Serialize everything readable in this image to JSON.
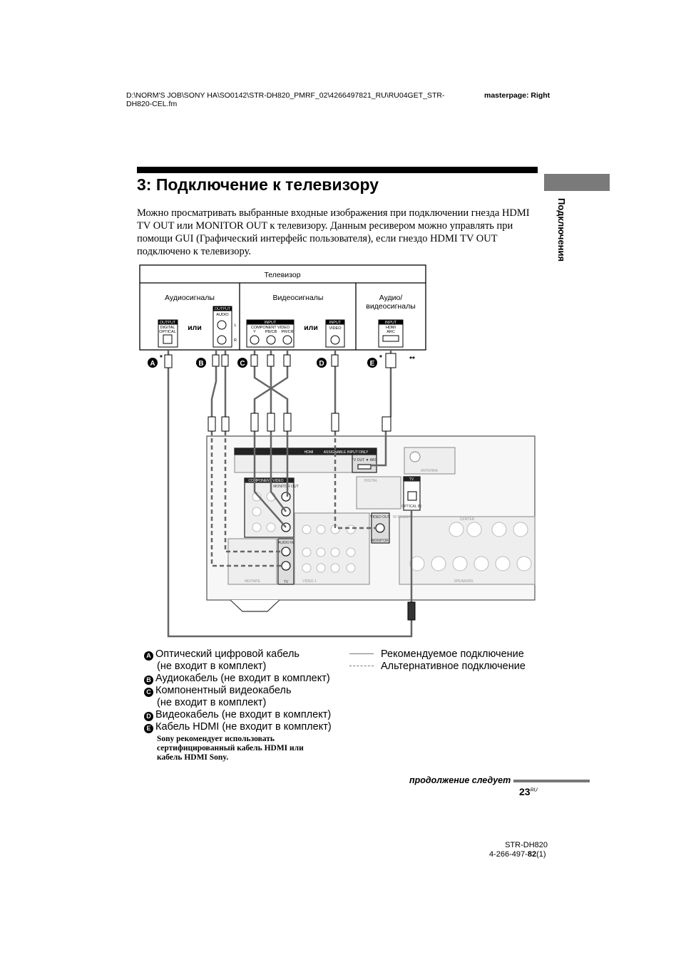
{
  "header": {
    "path": "D:\\NORM'S JOB\\SONY HA\\SO0142\\STR-DH820_PMRF_02\\4266497821_RU\\RU04GET_STR-",
    "path2": "DH820-CEL.fm",
    "masterpage": "masterpage: Right"
  },
  "title": "3: Подключение к телевизору",
  "side_tab": "Подключения",
  "intro": "Можно просматривать выбранные входные изображения при подключении гнезда HDMI TV OUT или MONITOR OUT к телевизору. Данным ресивером можно управлять при помощи GUI (Графический интерфейс пользователя), если гнездо HDMI TV OUT подключено к телевизору.",
  "diagram": {
    "tv": "Телевизор",
    "col_audio": "Аудиосигналы",
    "col_video": "Видеосигналы",
    "col_av1": "Аудио/",
    "col_av2": "видеосигналы",
    "or": "или",
    "output": "OUTPUT",
    "input": "INPUT",
    "digital": "DIGITAL",
    "optical": "OPTICAL",
    "audio": "AUDIO",
    "l": "L",
    "r": "R",
    "component": "COMPONENT VIDEO",
    "y": "Y",
    "pb": "PB/CB",
    "pr": "PR/CR",
    "video": "VIDEO",
    "hdmi_arc1": "HDMI",
    "hdmi_arc2": "ARC",
    "markers": [
      "A",
      "B",
      "C",
      "D",
      "E"
    ],
    "star": "*",
    "dstar": "**",
    "rx": {
      "hdmi": "HDMI",
      "assignable": "ASSIGNABLE INPUT ONLY",
      "tv_out": "TV OUT ▼ ARC",
      "antenna": "ANTENNA",
      "comp": "COMPONENT VIDEO",
      "monitor_out": "MONITOR OUT",
      "audio_in": "AUDIO IN",
      "tv": "TV",
      "digital": "DIGITAL",
      "optical_in": "OPTICAL IN",
      "video_out": "VIDEO OUT",
      "monitor": "MONITOR",
      "ir": "IR REMOTE",
      "center": "CENTER",
      "speakers": "SPEAKERS",
      "md_tape": "MD/TAPE",
      "video1": "VIDEO 1"
    }
  },
  "legend": {
    "items": [
      {
        "m": "A",
        "l1": "Оптический цифровой кабель",
        "l2": "(не входит в комплект)"
      },
      {
        "m": "B",
        "l1": "Аудиокабель (не входит в комплект)"
      },
      {
        "m": "C",
        "l1": "Компонентный видеокабель",
        "l2": "(не входит в комплект)"
      },
      {
        "m": "D",
        "l1": "Видеокабель (не входит в комплект)"
      },
      {
        "m": "E",
        "l1": "Кабель HDMI (не входит в комплект)"
      }
    ],
    "note1": "Sony рекомендует использовать",
    "note2": "сертифицированный кабель HDMI или",
    "note3": "кабель HDMI Sony.",
    "recommended": "Рекомендуемое подключение",
    "alternative": "Альтернативное подключение"
  },
  "footer": {
    "continued": "продолжение следует",
    "page": "23",
    "page_sup": "RU",
    "model": "STR-DH820",
    "code_pre": "4-266-497-",
    "code_bold": "82",
    "code_post": "(1)"
  }
}
